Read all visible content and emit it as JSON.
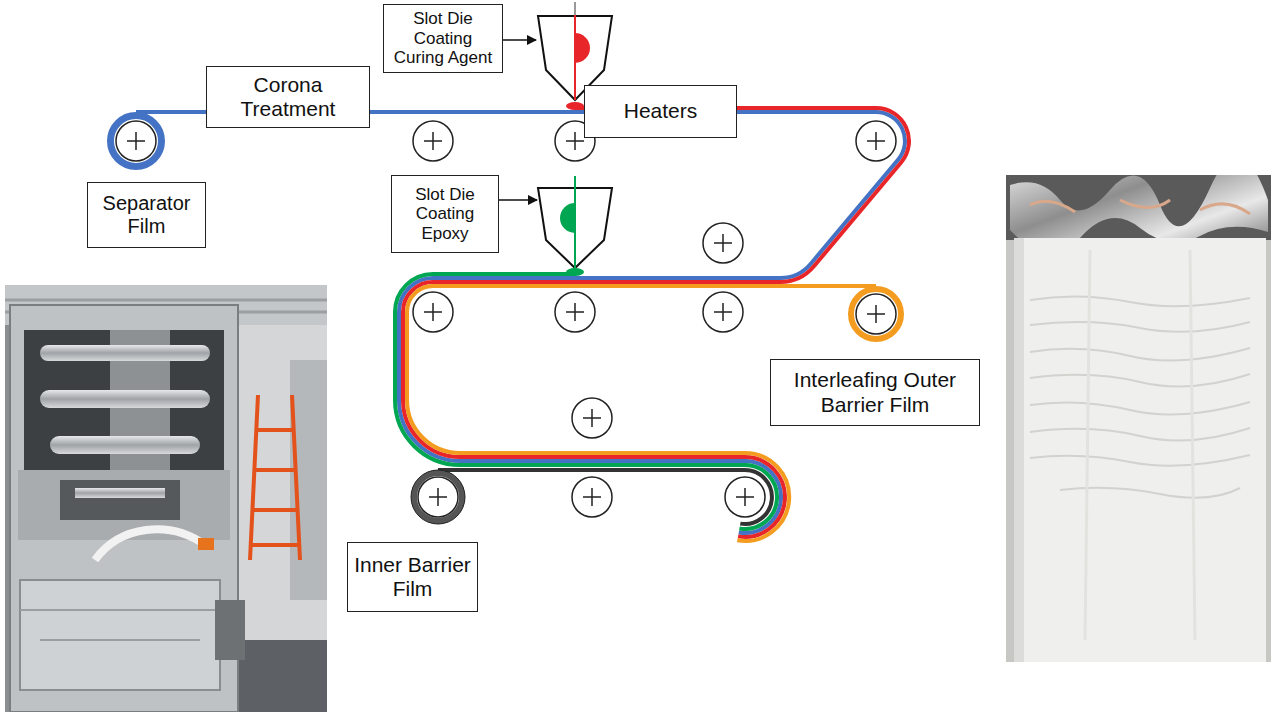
{
  "diagram": {
    "nodes": [
      {
        "text": [
          "Slot Die Coating Curing Agent"
        ]
      },
      {
        "text": [
          "Corona Treatment"
        ]
      },
      {
        "text": [
          "Heaters"
        ]
      },
      {
        "text": [
          "Separator Film"
        ]
      },
      {
        "text": [
          "Slot Die Coating Epoxy"
        ]
      },
      {
        "text": [
          "Interleafing Outer Barrier Film"
        ]
      },
      {
        "text": [
          "Inner Barrier Film"
        ]
      }
    ],
    "edges": [
      {
        "from": 1,
        "to": 2,
        "arrow": "none"
      }
    ]
  }
}
